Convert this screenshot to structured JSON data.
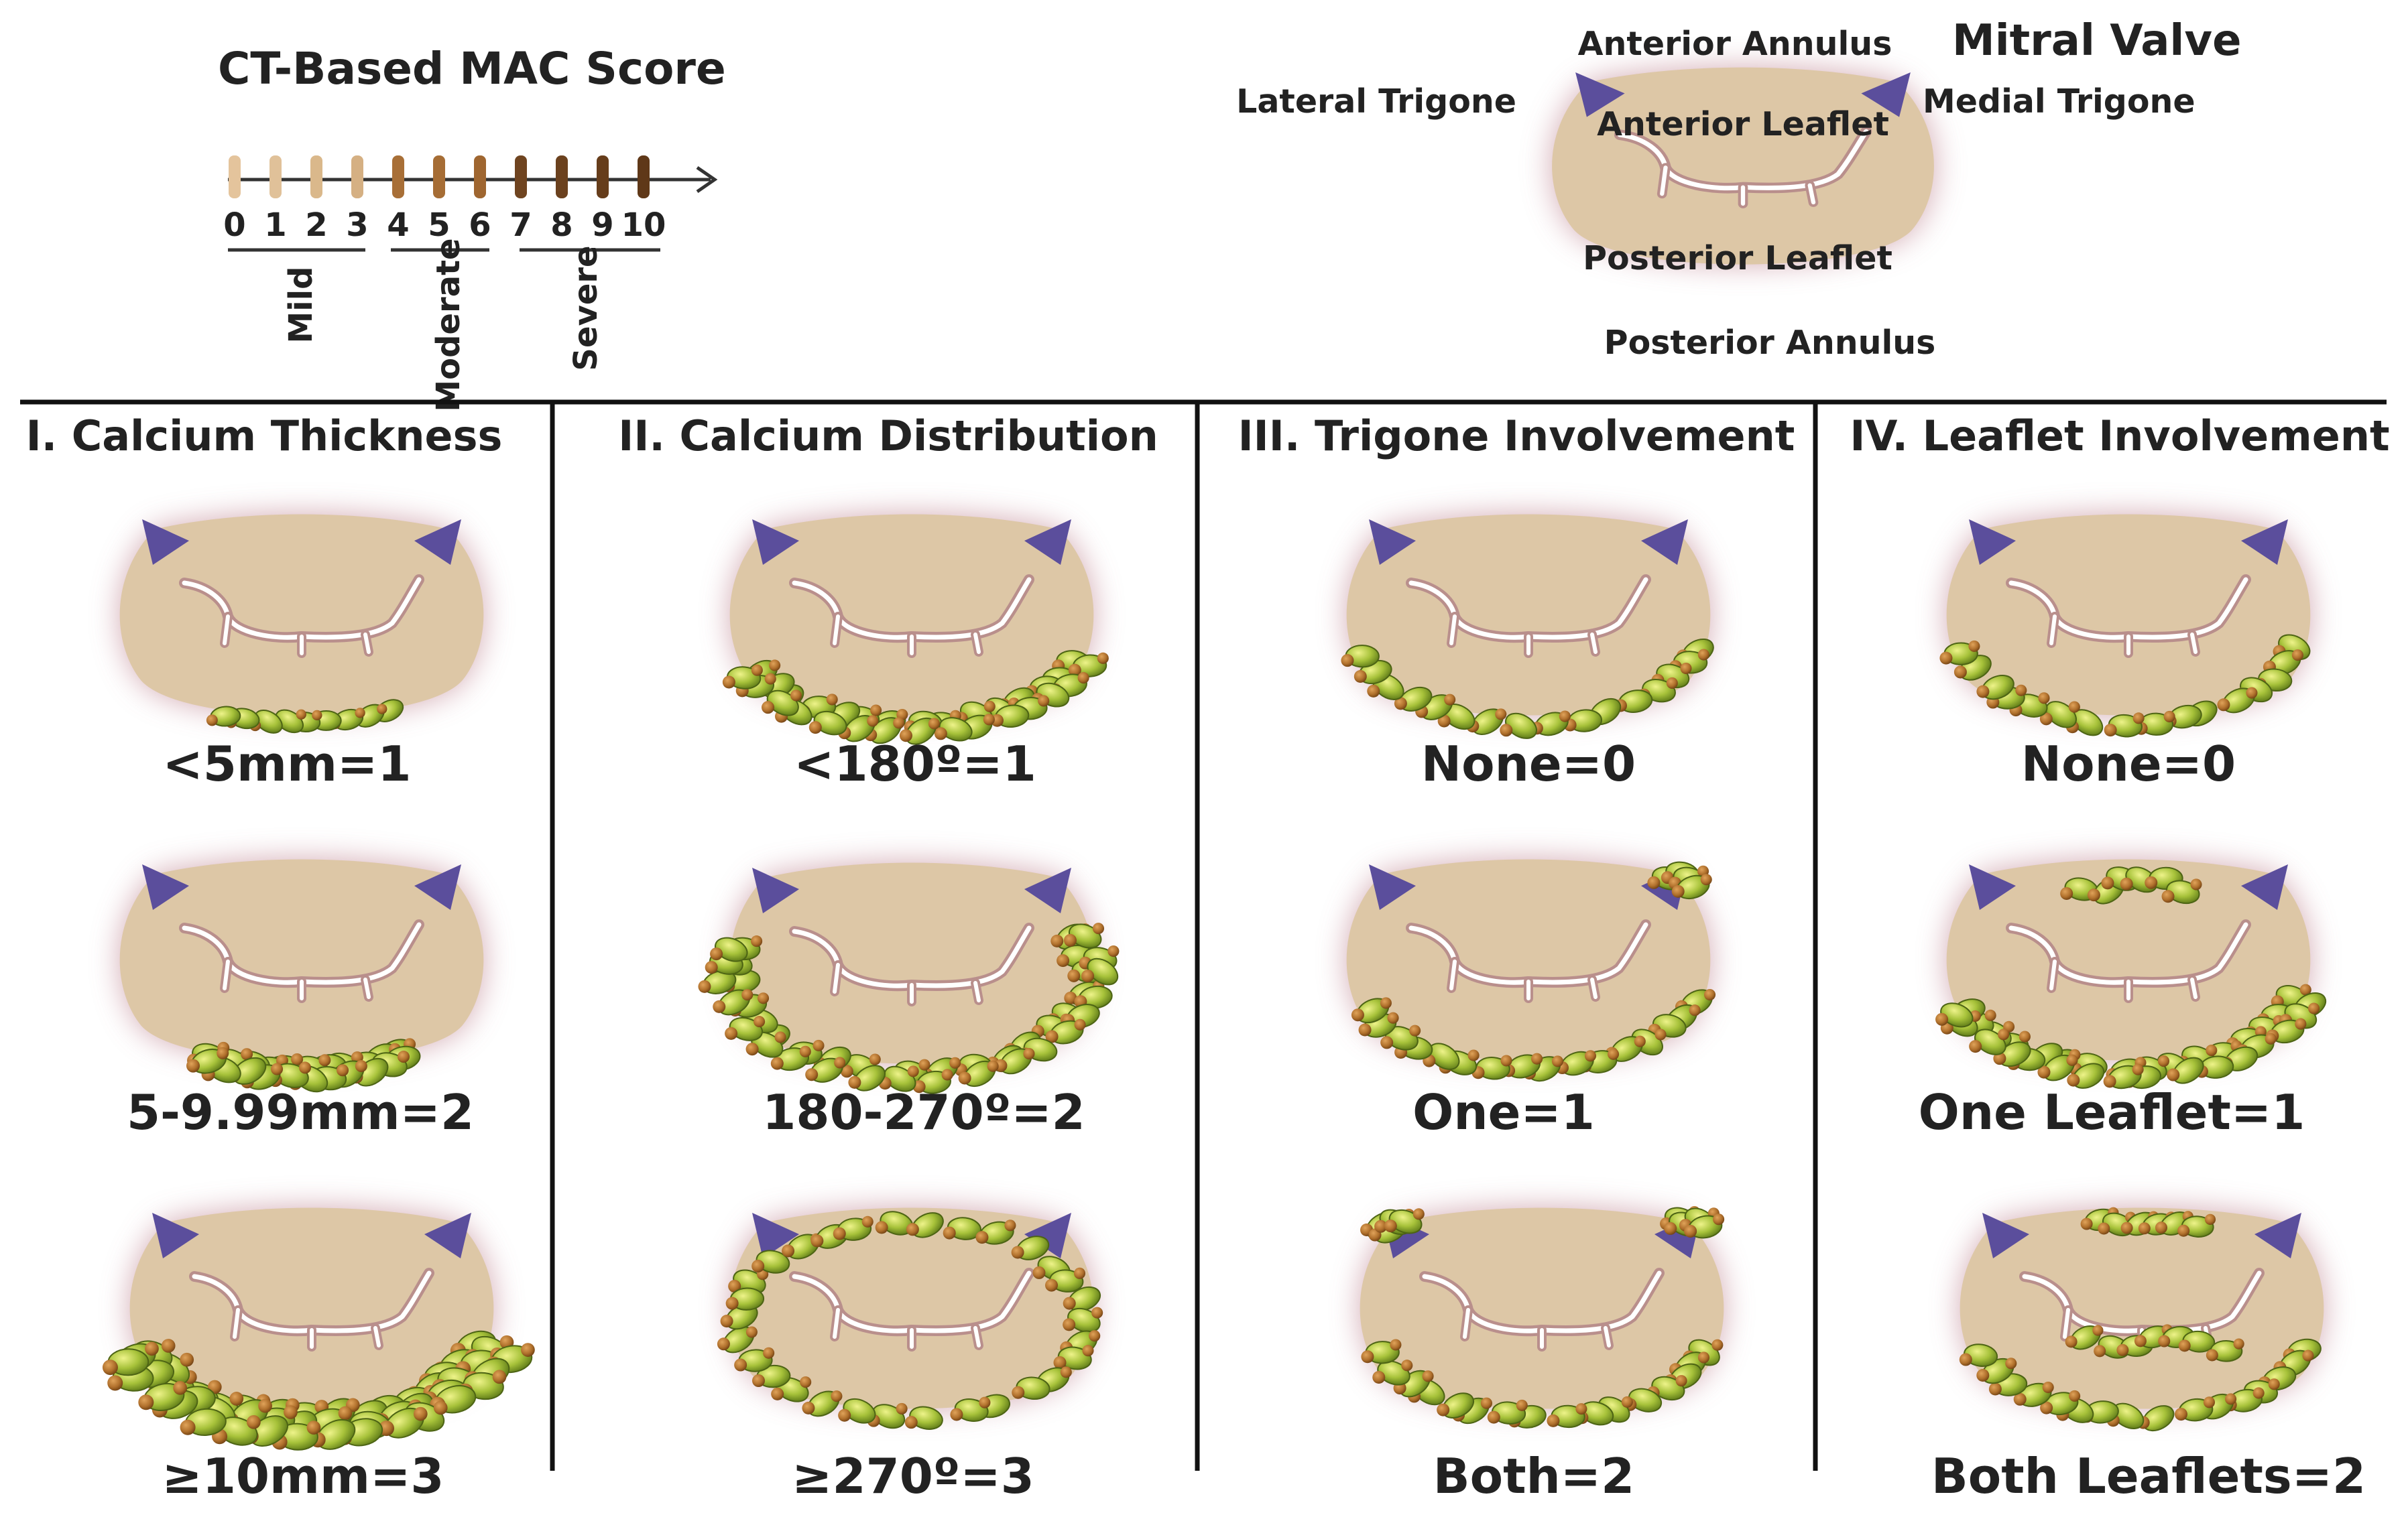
{
  "score": {
    "title": "CT-Based MAC Score",
    "ticks": [
      "0",
      "1",
      "2",
      "3",
      "4",
      "5",
      "6",
      "7",
      "8",
      "9",
      "10"
    ],
    "tick_colors": [
      "#e4c49c",
      "#e0c199",
      "#dab88b",
      "#d5b083",
      "#a86f37",
      "#a66d35",
      "#9f6630",
      "#6f4420",
      "#6b411e",
      "#663d1b",
      "#5f3818"
    ],
    "grades": [
      "Mild",
      "Moderate",
      "Severe"
    ]
  },
  "valve": {
    "title": "Mitral Valve",
    "anterior_annulus": "Anterior Annulus",
    "lateral_trigone": "Lateral Trigone",
    "medial_trigone": "Medial Trigone",
    "anterior_leaflet": "Anterior Leaflet",
    "posterior_leaflet": "Posterior Leaflet",
    "posterior_annulus": "Posterior Annulus"
  },
  "columns": [
    {
      "title": "I. Calcium Thickness",
      "panels": [
        {
          "label": "<5mm=1",
          "calc": "thin"
        },
        {
          "label": "5-9.99mm=2",
          "calc": "medium"
        },
        {
          "label": "≥10mm=3",
          "calc": "thick"
        }
      ]
    },
    {
      "title": "II. Calcium Distribution",
      "panels": [
        {
          "label": "<180º=1",
          "calc": "half"
        },
        {
          "label": "180-270º=2",
          "calc": "threequarter"
        },
        {
          "label": "≥270º=3",
          "calc": "full"
        }
      ]
    },
    {
      "title": "III. Trigone Involvement",
      "panels": [
        {
          "label": "None=0",
          "calc": "none"
        },
        {
          "label": "One=1",
          "calc": "one-trigone"
        },
        {
          "label": "Both=2",
          "calc": "both-trigones"
        }
      ]
    },
    {
      "title": "IV. Leaflet Involvement",
      "panels": [
        {
          "label": "None=0",
          "calc": "none"
        },
        {
          "label": "One Leaflet=1",
          "calc": "one-leaflet"
        },
        {
          "label": "Both Leaflets=2",
          "calc": "both-leaflets"
        }
      ]
    }
  ],
  "colors": {
    "valve_fill": "#ddc7a6",
    "valve_glow": "#c9909b",
    "trigone": "#5b4e9c",
    "calcium_green": "#a7c23a",
    "calcium_brown": "#b0702c",
    "leaflet_line": "#ffffff"
  }
}
